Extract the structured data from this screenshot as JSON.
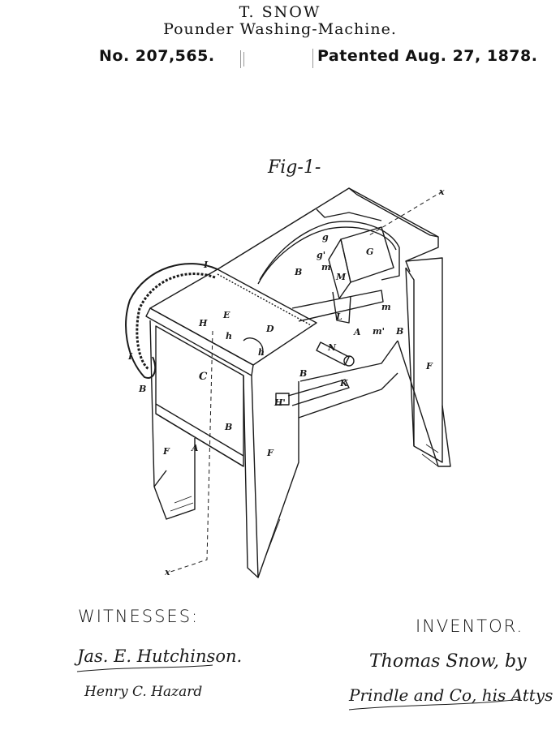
{
  "header": {
    "inventor_name": "T. SNOW",
    "title": "Pounder Washing-Machine.",
    "patent_number": "No. 207,565.",
    "patent_date": "Patented Aug. 27, 1878."
  },
  "figure": {
    "label": "Fig-1-",
    "letters": {
      "A1": "A",
      "A2": "A",
      "B1": "B",
      "B2": "B",
      "B3": "B",
      "B4": "B",
      "B5": "B",
      "C": "C",
      "D": "D",
      "E": "E",
      "F1": "F",
      "F2": "F",
      "F3": "F",
      "G": "G",
      "g1": "g",
      "g2": "g'",
      "H": "H",
      "H2": "H'",
      "h1": "h",
      "h2": "h",
      "I1": "I",
      "I2": "I",
      "K": "K",
      "L": "L",
      "M": "M",
      "m1": "m",
      "m2": "m",
      "m3": "m'",
      "N": "N",
      "x1": "x",
      "x2": "x"
    }
  },
  "footer": {
    "witnesses_label": "WITNESSES:",
    "inventor_label": "INVENTOR.",
    "witness_1": "Jas. E. Hutchinson.",
    "witness_2": "Henry C. Hazard",
    "inventor_signature": "Thomas Snow, by",
    "attorney_signature": "Prindle and Co, his Attys"
  }
}
